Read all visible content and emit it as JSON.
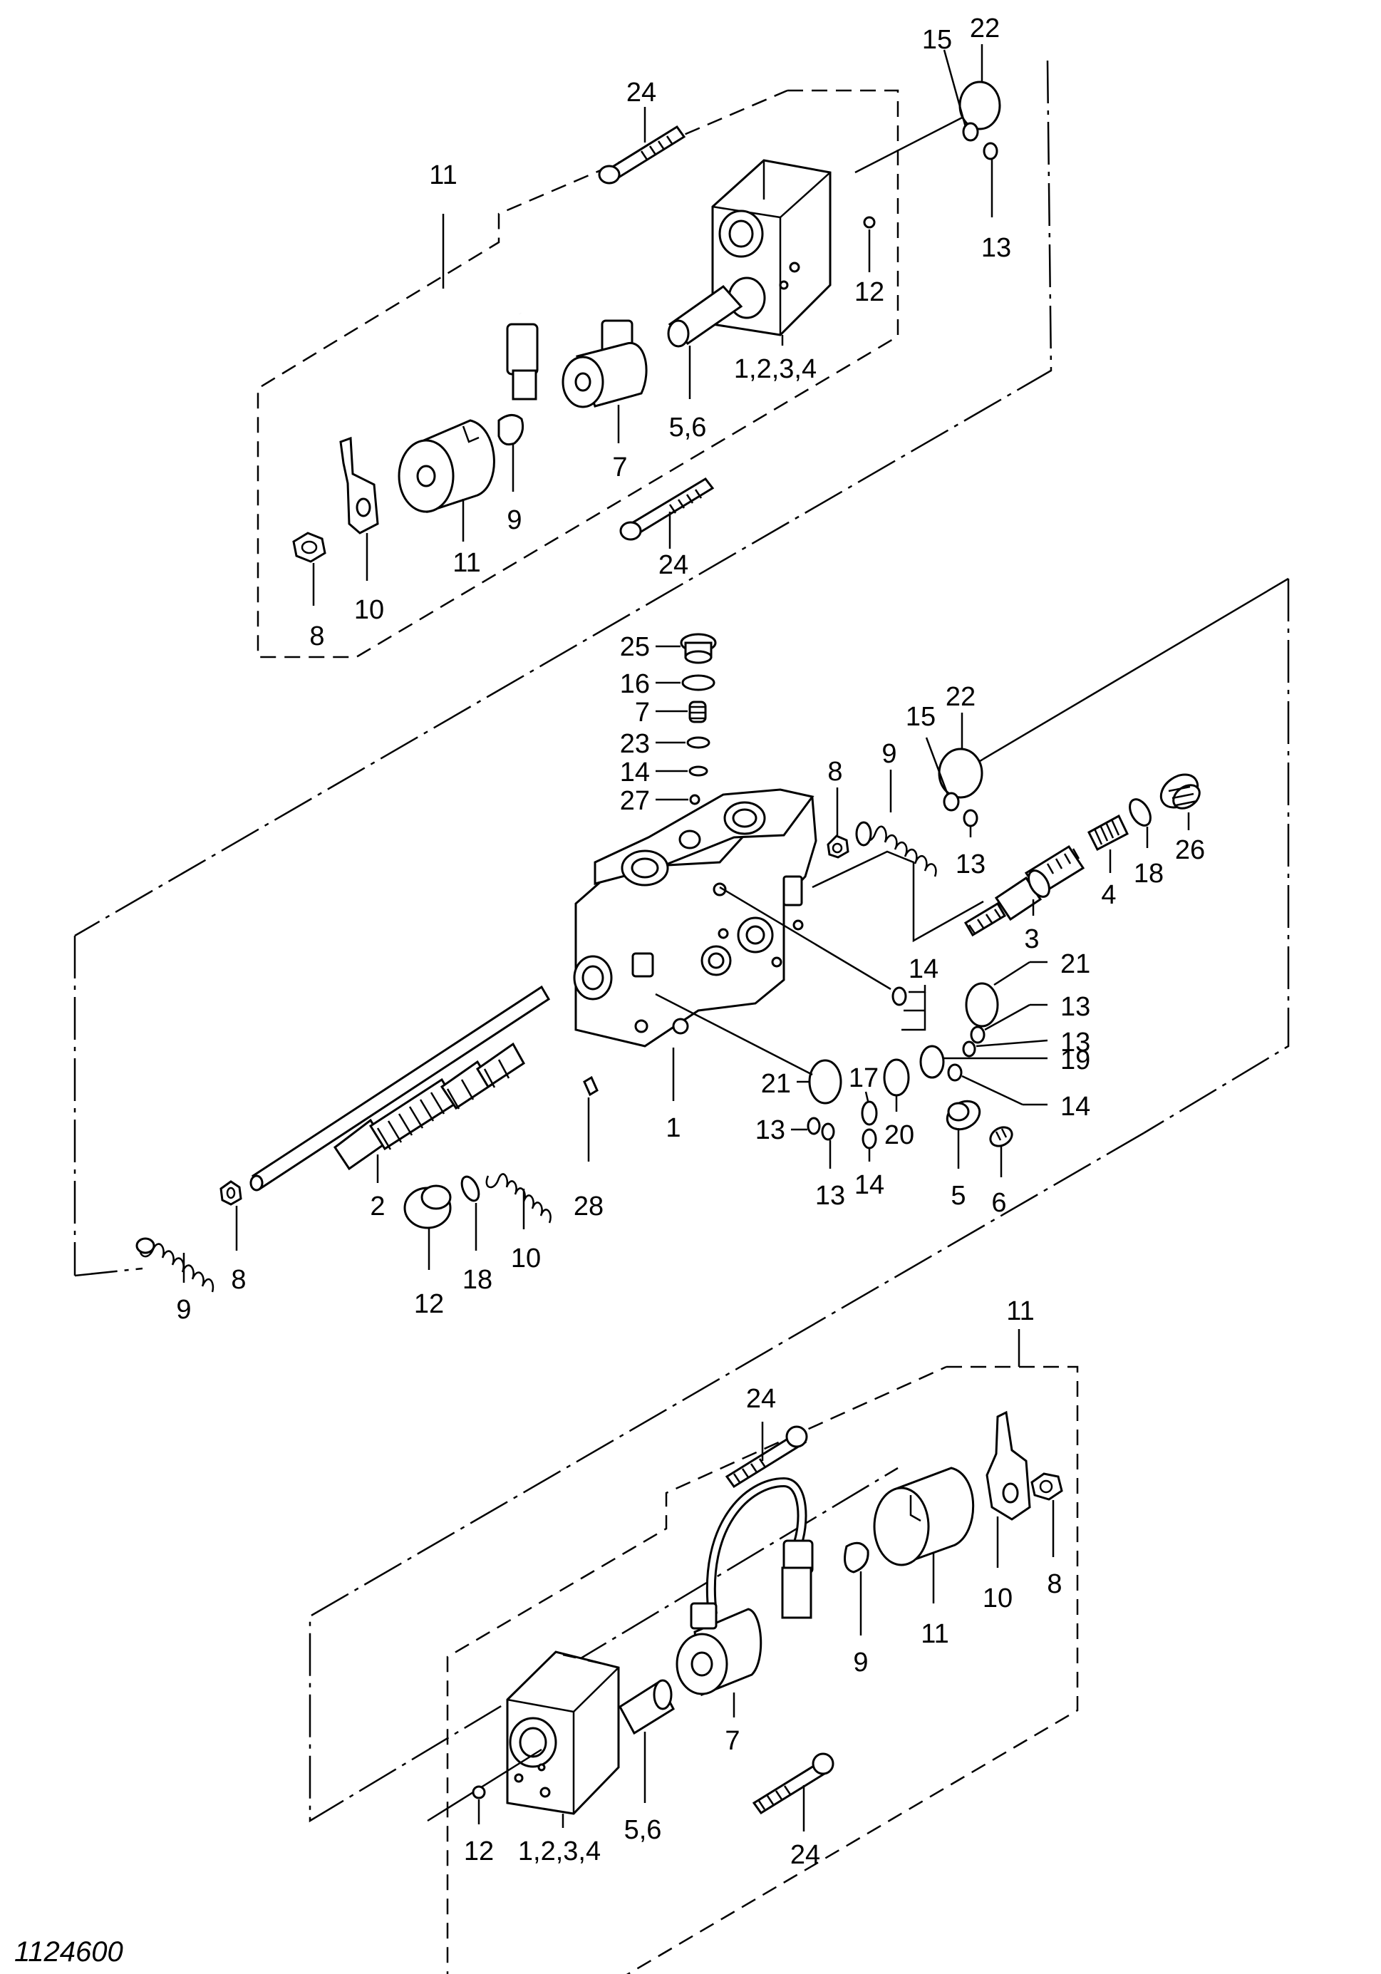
{
  "figure_code": "1124600",
  "top_assembly": {
    "callouts": {
      "bolt_top": "24",
      "bolt_bottom": "24",
      "group": "11",
      "seal_15": "15",
      "seal_22": "22",
      "oring_13": "13",
      "plug_12": "12",
      "body": "1,2,3,4",
      "spool": "5,6",
      "coil": "7",
      "oring_9": "9",
      "sleeve": "11",
      "bracket": "10",
      "nut": "8"
    }
  },
  "middle_assembly": {
    "callouts": {
      "plug_25": "25",
      "oring_16": "16",
      "check_7": "7",
      "ring_23": "23",
      "oring_14_top": "14",
      "ball_27": "27",
      "seat_8_right": "8",
      "spring_9_right": "9",
      "seal_15": "15",
      "seal_22": "22",
      "oring_13_right": "13",
      "plug_26": "26",
      "oring_18_right": "18",
      "spool_4": "4",
      "spool_3": "3",
      "oring_14_a": "14",
      "oring_21_a": "21",
      "oring_13_a": "13",
      "oring_13_b": "13",
      "oring_19": "19",
      "oring_14_b": "14",
      "oring_21_b": "21",
      "oring_17": "17",
      "oring_13_c": "13",
      "oring_13_d": "13",
      "oring_14_c": "14",
      "oring_20": "20",
      "fitting_5": "5",
      "fitting_6": "6",
      "body_1": "1",
      "spool_2": "2",
      "pin_28": "28",
      "spring_10": "10",
      "oring_18_left": "18",
      "plug_12": "12",
      "seat_8_left": "8",
      "spring_9_left": "9"
    }
  },
  "bottom_assembly": {
    "callouts": {
      "group": "11",
      "bolt_top": "24",
      "bolt_bottom": "24",
      "nut": "8",
      "bracket": "10",
      "sleeve": "11",
      "oring_9": "9",
      "coil": "7",
      "spool": "5,6",
      "body": "1,2,3,4",
      "plug_12": "12"
    }
  }
}
